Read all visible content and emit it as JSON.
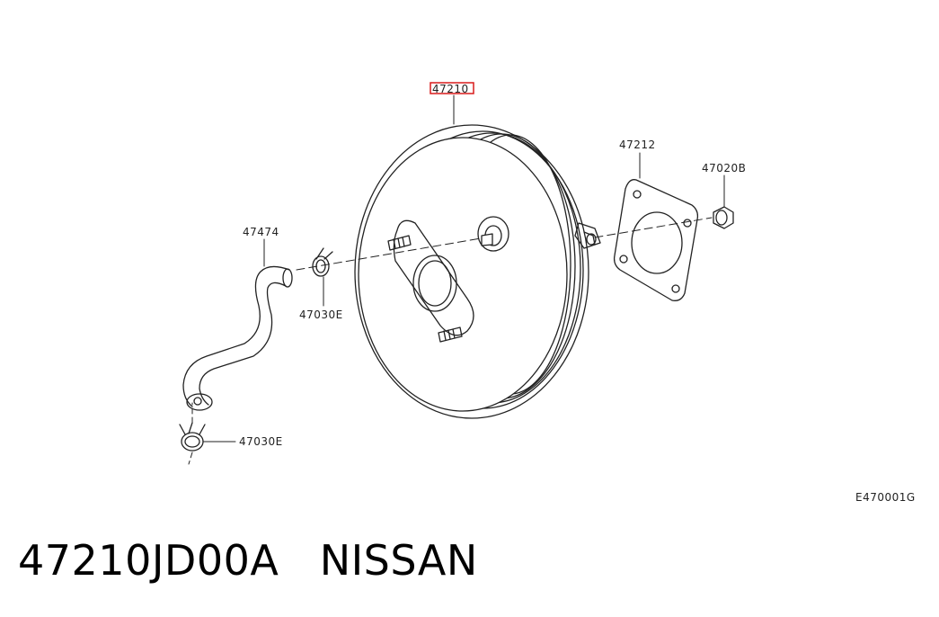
{
  "callouts": {
    "booster": "47210",
    "gasket": "47212",
    "nut": "47020B",
    "hose": "47474",
    "clip_upper": "47030E",
    "clip_lower": "47030E"
  },
  "diagram_code": "E470001G",
  "caption": {
    "part_number": "47210JD00A",
    "brand": "NISSAN"
  },
  "colors": {
    "line": "#222222",
    "highlight": "#d81b1b"
  }
}
